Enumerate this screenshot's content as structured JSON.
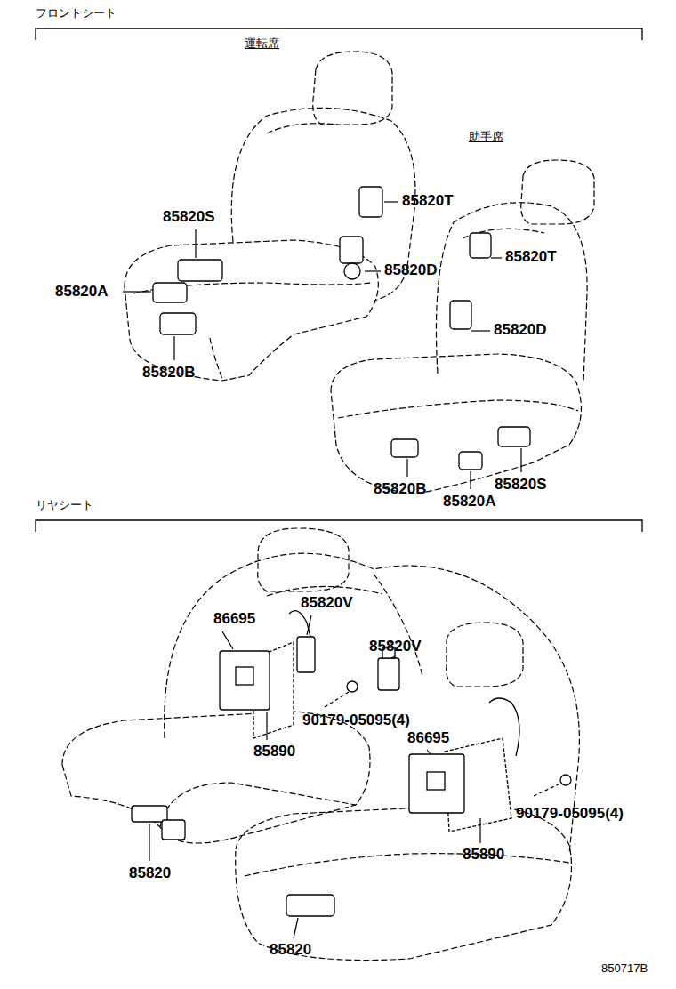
{
  "diagram": {
    "labels": [
      "フロントシート",
      "運転席",
      "助手席",
      "85820S",
      "85820T",
      "85820A",
      "85820D",
      "85820B",
      "85820T",
      "85820D",
      "85820B",
      "85820A",
      "85820S",
      "リヤシート",
      "85820V",
      "86695",
      "85820V",
      "90179-05095(4)",
      "85890",
      "86695",
      "90179-05095(4)",
      "85890",
      "85820",
      "85820",
      "850717B"
    ]
  }
}
